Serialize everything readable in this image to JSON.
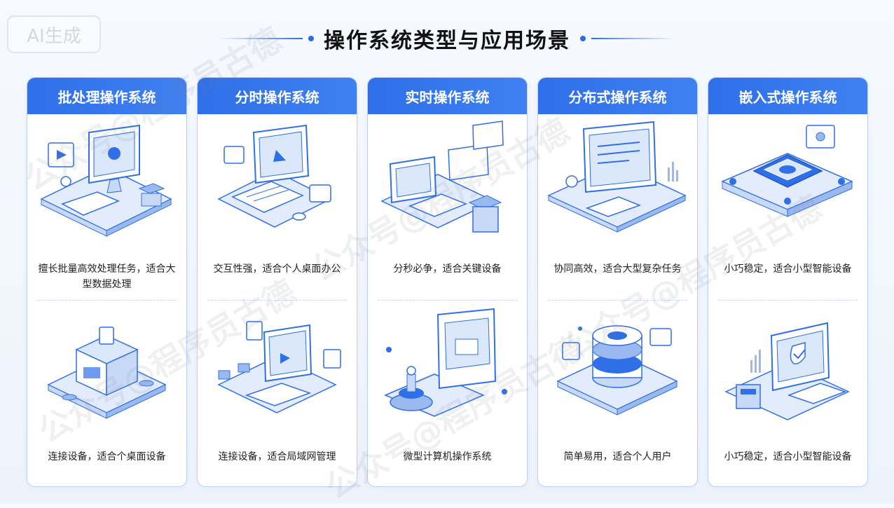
{
  "badge": "AI生成",
  "title": "操作系统类型与应用场景",
  "watermark": "公众号@程序员古德",
  "cards": [
    {
      "title": "批处理操作系统",
      "top_desc": "擅长批量高效处理任务，适合大型数据处理",
      "bottom_desc": "连接设备，适合个桌面设备"
    },
    {
      "title": "分时操作系统",
      "top_desc": "交互性强，适合个人桌面办公",
      "bottom_desc": "连接设备，适合局域网管理"
    },
    {
      "title": "实时操作系统",
      "top_desc": "分秒必争，适合关键设备",
      "bottom_desc": "微型计算机操作系统"
    },
    {
      "title": "分布式操作系统",
      "top_desc": "协同高效，适合大型复杂任务",
      "bottom_desc": "简单易用，适合个人用户"
    },
    {
      "title": "嵌入式操作系统",
      "top_desc": "小巧稳定，适合小型智能设备",
      "bottom_desc": "小巧稳定，适合小型智能设备"
    }
  ],
  "colors": {
    "accent": "#2f6fe8",
    "card_border": "#bcd0f3",
    "background": "#f3f7fd"
  }
}
